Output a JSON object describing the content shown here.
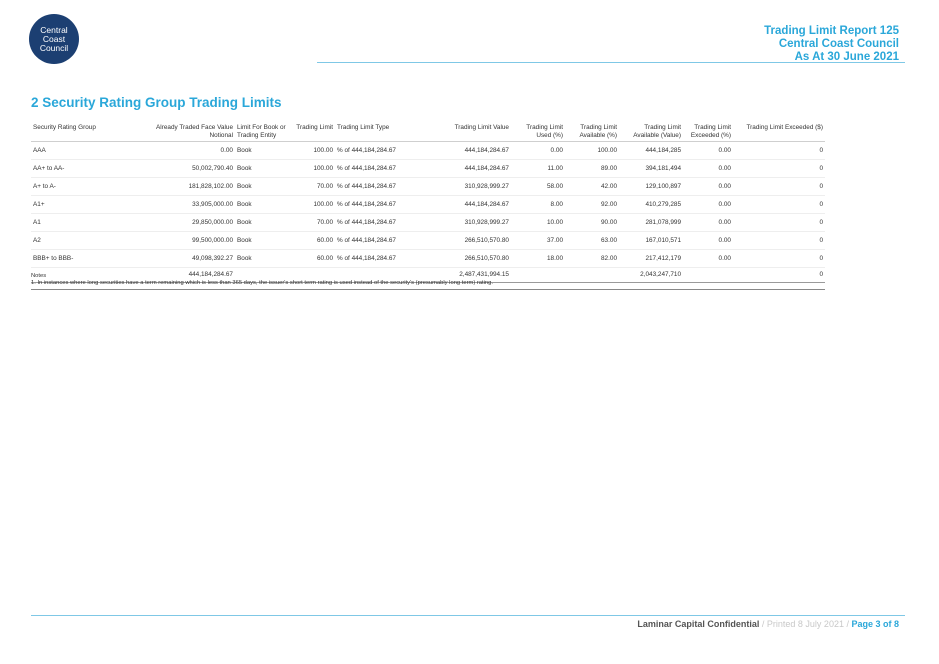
{
  "logo": {
    "lines": [
      "Central",
      "Coast",
      "Council"
    ]
  },
  "header": {
    "line1": "Trading Limit Report 125",
    "line2": "Central Coast Council",
    "line3": "As At 30 June 2021"
  },
  "section_title": "2 Security Rating Group Trading Limits",
  "columns": [
    "Security Rating Group",
    "Already Traded Face Value Notional",
    "Limit For Book or Trading Entity",
    "Trading Limit",
    "Trading Limit Type",
    "Trading Limit Value",
    "Trading Limit Used (%)",
    "Trading Limit Available (%)",
    "Trading Limit Available (Value)",
    "Trading Limit Exceeded (%)",
    "Trading Limit Exceeded ($)"
  ],
  "rows": [
    [
      "AAA",
      "0.00",
      "Book",
      "100.00",
      "% of 444,184,284.67",
      "444,184,284.67",
      "0.00",
      "100.00",
      "444,184,285",
      "0.00",
      "0"
    ],
    [
      "AA+ to AA-",
      "50,002,790.40",
      "Book",
      "100.00",
      "% of 444,184,284.67",
      "444,184,284.67",
      "11.00",
      "89.00",
      "394,181,494",
      "0.00",
      "0"
    ],
    [
      "A+ to A-",
      "181,828,102.00",
      "Book",
      "70.00",
      "% of 444,184,284.67",
      "310,928,999.27",
      "58.00",
      "42.00",
      "129,100,897",
      "0.00",
      "0"
    ],
    [
      "A1+",
      "33,905,000.00",
      "Book",
      "100.00",
      "% of 444,184,284.67",
      "444,184,284.67",
      "8.00",
      "92.00",
      "410,279,285",
      "0.00",
      "0"
    ],
    [
      "A1",
      "29,850,000.00",
      "Book",
      "70.00",
      "% of 444,184,284.67",
      "310,928,999.27",
      "10.00",
      "90.00",
      "281,078,999",
      "0.00",
      "0"
    ],
    [
      "A2",
      "99,500,000.00",
      "Book",
      "60.00",
      "% of 444,184,284.67",
      "266,510,570.80",
      "37.00",
      "63.00",
      "167,010,571",
      "0.00",
      "0"
    ],
    [
      "BBB+ to BBB-",
      "49,098,392.27",
      "Book",
      "60.00",
      "% of 444,184,284.67",
      "266,510,570.80",
      "18.00",
      "82.00",
      "217,412,179",
      "0.00",
      "0"
    ]
  ],
  "totals": {
    "already_traded": "444,184,284.67",
    "limit_value": "2,487,431,994.15",
    "available_value": "2,043,247,710",
    "exceeded_value": "0"
  },
  "notes": {
    "heading": "Notes",
    "text": "1. In instances where long securities have a term remaining which is less than 365 days, the issuer's short term rating is used instead of the security's (presumably long term) rating."
  },
  "footer": {
    "confidential": "Laminar Capital Confidential",
    "printed": " / Printed 8 July 2021 / ",
    "page": "Page 3 of 8"
  }
}
